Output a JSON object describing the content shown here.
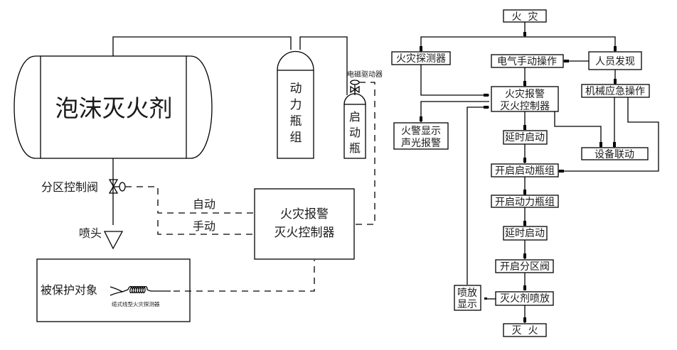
{
  "left_diagram": {
    "tank_label": "泡沫灭火剂",
    "power_cylinder_label": [
      "动",
      "力",
      "瓶",
      "组"
    ],
    "start_cylinder_label": [
      "启",
      "动",
      "瓶"
    ],
    "solenoid_label": "电磁驱动器",
    "zone_valve_label": "分区控制阀",
    "nozzle_label": "喷头",
    "auto_label": "自动",
    "manual_label": "手动",
    "controller_label": [
      "火灾报警",
      "灭火控制器"
    ],
    "protected_object_label": "被保护对象",
    "cable_detector_label": "缆式线型火灾探测器"
  },
  "flowchart": {
    "fire": "火  灾",
    "detector": "火灾探测器",
    "electric_manual": "电气手动操作",
    "person_found": "人员发现",
    "controller": [
      "火灾报警",
      "灭火控制器"
    ],
    "mechanical_emergency": "机械应急操作",
    "alarm_display": [
      "火警显示",
      "声光报警"
    ],
    "delay_start_1": "延时启动",
    "equipment_linkage": "设备联动",
    "open_start_cylinder": "开启启动瓶组",
    "open_power_cylinder": "开启动力瓶组",
    "delay_start_2": "延时启动",
    "open_zone_valve": "开启分区阀",
    "agent_spray": "灭火剂喷放",
    "spray_display": [
      "喷放",
      "显示"
    ],
    "extinguished": "灭  火"
  }
}
